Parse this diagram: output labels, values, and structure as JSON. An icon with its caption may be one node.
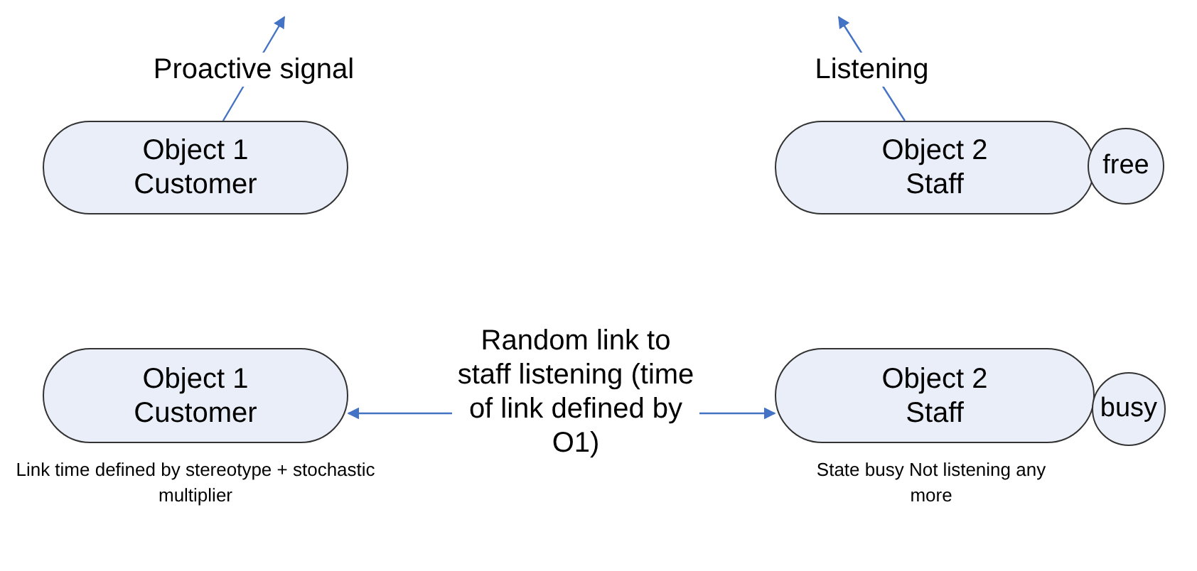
{
  "diagram": {
    "nodes": [
      {
        "text": [
          "Object 1 Customer"
        ]
      },
      {
        "text": [
          "Object 2 Staff"
        ]
      },
      {
        "text": [
          "free"
        ]
      },
      {
        "text": [
          "Object 1 Customer"
        ],
        "beside": [
          "Link time defined by stereotype + stochastic multiplier"
        ]
      },
      {
        "text": [
          "Random link to staff listening (time of link defined by O1)"
        ]
      },
      {
        "text": [
          "Object 2 Staff"
        ],
        "beside": [
          "State busy Not listening any more"
        ]
      },
      {
        "text": [
          "busy"
        ]
      }
    ],
    "edges": [
      {
        "from": 0,
        "to": null,
        "arrow": "to",
        "label": "Proactive signal"
      },
      {
        "from": 1,
        "to": null,
        "arrow": "to",
        "label": "Listening"
      },
      {
        "from": 4,
        "to": 3,
        "arrow": "to"
      },
      {
        "from": 4,
        "to": 5,
        "arrow": "to"
      }
    ]
  }
}
